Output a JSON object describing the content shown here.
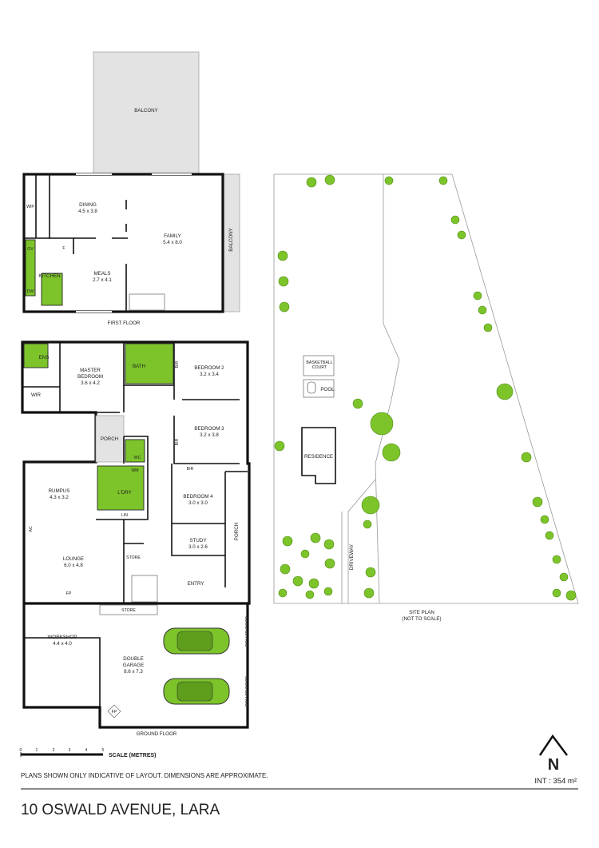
{
  "first_floor": {
    "label": "FIRST FLOOR",
    "rooms": {
      "balcony_top": "BALCONY",
      "balcony_side": "BALCONY",
      "dining": "DINING",
      "dining_dim": "4.5 x 3.8",
      "family": "FAMILY",
      "family_dim": "5.4 x 8.0",
      "meals": "MEALS",
      "meals_dim": "2.7 x 4.1",
      "kitchen": "KITCHEN",
      "wip": "WIP",
      "ov": "OV",
      "dw": "DW",
      "f": "F"
    }
  },
  "ground_floor": {
    "label": "GROUND FLOOR",
    "rooms": {
      "ens": "ENS",
      "wir": "WIR",
      "master": "MASTER",
      "bedroom_word": "BEDROOM",
      "master_dim": "3.6 x 4.2",
      "bath": "BATH",
      "bir1": "BIR",
      "bedroom2": "BEDROOM 2",
      "bedroom2_dim": "3.2 x 3.4",
      "bedroom3": "BEDROOM 3",
      "bedroom3_dim": "3.2 x 3.8",
      "bir2": "BIR",
      "porch_left": "PORCH",
      "wc": "WC",
      "wm": "WM",
      "laundry": "L'DRY",
      "lin": "LIN",
      "bir3": "BIR",
      "bedroom4": "BEDROOM 4",
      "bedroom4_dim": "3.0 x 3.0",
      "study": "STUDY",
      "study_dim": "3.0 x 2.6",
      "porch_right": "PORCH",
      "rumpus": "RUMPUS",
      "rumpus_dim": "4.3 x 3.2",
      "ac": "AC",
      "lounge": "LOUNGE",
      "lounge_dim": "6.0 x 4.8",
      "fp1": "FP",
      "store1": "STORE",
      "entry": "ENTRY",
      "store2": "STORE",
      "workshop": "WORKSHOP",
      "workshop_dim": "4.4 x 4.0",
      "garage1": "DOUBLE",
      "garage2": "GARAGE",
      "garage_dim": "8.6 x 7.3",
      "fp2": "FP",
      "roller1": "ROLLER DOOR",
      "roller2": "ROLLER DOOR"
    }
  },
  "site_plan": {
    "label": "SITE PLAN",
    "sublabel": "(NOT TO SCALE)",
    "basketball_1": "BASKETBALL",
    "basketball_2": "COURT",
    "pool": "POOL",
    "residence": "RESIDENCE",
    "driveway": "DRIVEWAY"
  },
  "scale": {
    "ticks": [
      "0",
      "1",
      "2",
      "3",
      "4",
      "5"
    ],
    "label": "SCALE (METRES)"
  },
  "north": "N",
  "disclaimer": "PLANS SHOWN ONLY INDICATIVE OF LAYOUT. DIMENSIONS ARE APPROXIMATE.",
  "int_area": "INT :  354 m²",
  "address": "10 OSWALD AVENUE, LARA",
  "colors": {
    "accent_green": "#7cc42a",
    "wall": "#111111",
    "balcony_grey": "#e3e3e3"
  }
}
